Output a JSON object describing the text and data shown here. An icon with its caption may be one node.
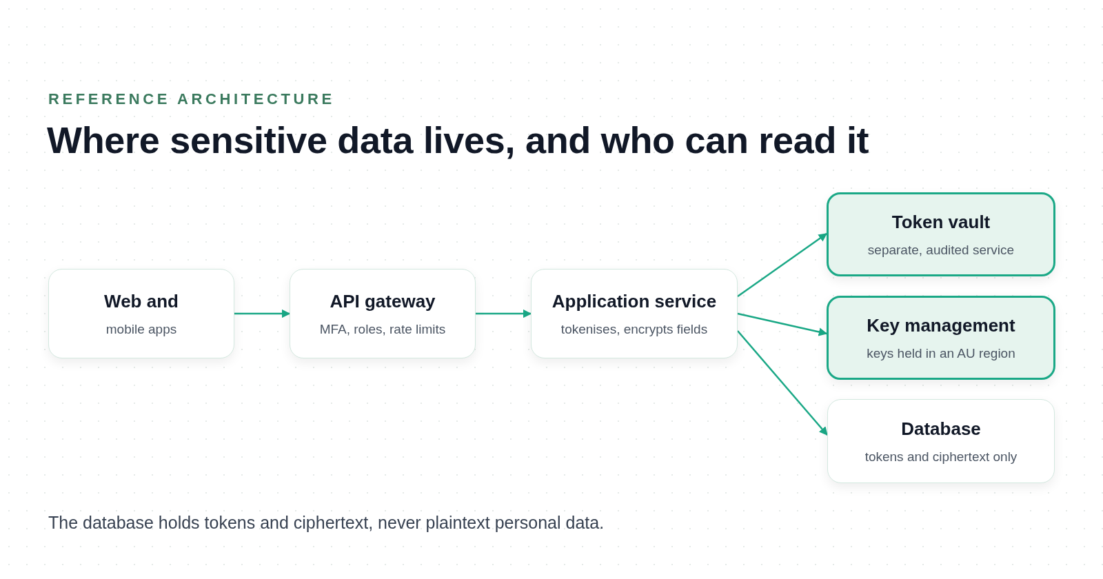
{
  "diagram": {
    "title": "Where sensitive data lives, and who can read it",
    "caption": "The database holds tokens and ciphertext, never plaintext personal data.",
    "nodes": [
      {
        "text": [
          "Web and",
          "mobile apps"
        ]
      },
      {
        "text": [
          "API gateway",
          "MFA, roles, rate limits"
        ]
      },
      {
        "text": [
          "Application service",
          "tokenises, encrypts fields"
        ]
      },
      {
        "text": [
          "Token vault",
          "separate, audited service"
        ]
      },
      {
        "text": [
          "Key management",
          "keys held in an AU region"
        ]
      },
      {
        "text": [
          "Database",
          "tokens and ciphertext only"
        ]
      }
    ],
    "edges": [
      {
        "from": 0,
        "to": 1,
        "arrow": "to"
      },
      {
        "from": 1,
        "to": 2,
        "arrow": "to"
      },
      {
        "from": 2,
        "to": 3,
        "arrow": "to"
      },
      {
        "from": 2,
        "to": 4,
        "arrow": "to"
      },
      {
        "from": 2,
        "to": 5,
        "arrow": "to"
      }
    ],
    "labels": [
      "REFERENCE ARCHITECTURE"
    ]
  }
}
